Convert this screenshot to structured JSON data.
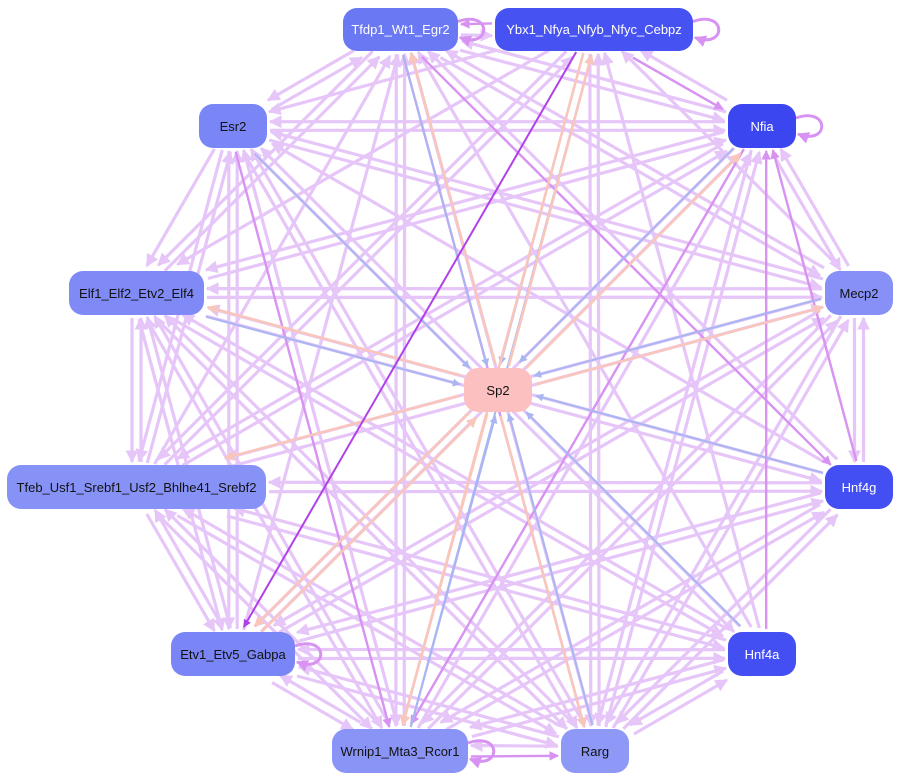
{
  "graph": {
    "nodes": [
      {
        "id": "tfdp1",
        "label": "Tfdp1_Wt1_Egr2",
        "color": "#6b78f4",
        "text": "dark"
      },
      {
        "id": "ybx1",
        "label": "Ybx1_Nfya_Nfyb_Nfyc_Cebpz",
        "color": "#4652f2",
        "text": "dark"
      },
      {
        "id": "esr2",
        "label": "Esr2",
        "color": "#7b86f6",
        "text": "light"
      },
      {
        "id": "nfia",
        "label": "Nfia",
        "color": "#3b46f0",
        "text": "dark"
      },
      {
        "id": "elf1",
        "label": "Elf1_Elf2_Etv2_Elf4",
        "color": "#7f8af6",
        "text": "light"
      },
      {
        "id": "mecp2",
        "label": "Mecp2",
        "color": "#8690f7",
        "text": "light"
      },
      {
        "id": "sp2",
        "label": "Sp2",
        "color": "#fcc0c0",
        "text": "light"
      },
      {
        "id": "tfeb",
        "label": "Tfeb_Usf1_Srebf1_Usf2_Bhlhe41_Srebf2",
        "color": "#8792f7",
        "text": "light"
      },
      {
        "id": "hnf4g",
        "label": "Hnf4g",
        "color": "#434ff2",
        "text": "dark"
      },
      {
        "id": "etv1",
        "label": "Etv1_Etv5_Gabpa",
        "color": "#7a85f6",
        "text": "light"
      },
      {
        "id": "hnf4a",
        "label": "Hnf4a",
        "color": "#434ff2",
        "text": "dark"
      },
      {
        "id": "wrnip1",
        "label": "Wrnip1_Mta3_Rcor1",
        "color": "#8a94f7",
        "text": "light"
      },
      {
        "id": "rarg",
        "label": "Rarg",
        "color": "#8e98f7",
        "text": "light"
      }
    ],
    "edge_colors": {
      "light_violet": "#e6c6f8",
      "violet": "#d892f2",
      "purple": "#b040e8",
      "blue": "#aab6f2",
      "salmon": "#f9c6bc"
    },
    "edges": [
      [
        "tfdp1",
        "esr2",
        "light_violet"
      ],
      [
        "tfdp1",
        "nfia",
        "light_violet"
      ],
      [
        "tfdp1",
        "elf1",
        "light_violet"
      ],
      [
        "tfdp1",
        "mecp2",
        "light_violet"
      ],
      [
        "tfdp1",
        "sp2",
        "blue"
      ],
      [
        "tfdp1",
        "hnf4g",
        "violet"
      ],
      [
        "tfdp1",
        "wrnip1",
        "light_violet"
      ],
      [
        "tfdp1",
        "rarg",
        "violet"
      ],
      [
        "tfdp1",
        "ybx1",
        "light_violet"
      ],
      [
        "ybx1",
        "tfdp1",
        "violet"
      ],
      [
        "ybx1",
        "nfia",
        "violet"
      ],
      [
        "ybx1",
        "esr2",
        "light_violet"
      ],
      [
        "ybx1",
        "elf1",
        "light_violet"
      ],
      [
        "ybx1",
        "sp2",
        "blue"
      ],
      [
        "ybx1",
        "etv1",
        "purple"
      ],
      [
        "ybx1",
        "wrnip1",
        "salmon"
      ],
      [
        "ybx1",
        "rarg",
        "light_violet"
      ],
      [
        "ybx1",
        "tfeb",
        "light_violet"
      ],
      [
        "esr2",
        "nfia",
        "light_violet"
      ],
      [
        "esr2",
        "elf1",
        "light_violet"
      ],
      [
        "esr2",
        "sp2",
        "blue"
      ],
      [
        "esr2",
        "tfeb",
        "light_violet"
      ],
      [
        "esr2",
        "etv1",
        "light_violet"
      ],
      [
        "esr2",
        "wrnip1",
        "violet"
      ],
      [
        "esr2",
        "rarg",
        "light_violet"
      ],
      [
        "esr2",
        "hnf4a",
        "light_violet"
      ],
      [
        "esr2",
        "mecp2",
        "light_violet"
      ],
      [
        "esr2",
        "tfdp1",
        "light_violet"
      ],
      [
        "nfia",
        "tfdp1",
        "light_violet"
      ],
      [
        "nfia",
        "ybx1",
        "light_violet"
      ],
      [
        "nfia",
        "esr2",
        "light_violet"
      ],
      [
        "nfia",
        "elf1",
        "light_violet"
      ],
      [
        "nfia",
        "sp2",
        "blue"
      ],
      [
        "nfia",
        "tfeb",
        "light_violet"
      ],
      [
        "nfia",
        "etv1",
        "light_violet"
      ],
      [
        "nfia",
        "wrnip1",
        "violet"
      ],
      [
        "nfia",
        "rarg",
        "light_violet"
      ],
      [
        "nfia",
        "mecp2",
        "light_violet"
      ],
      [
        "elf1",
        "tfdp1",
        "light_violet"
      ],
      [
        "elf1",
        "sp2",
        "blue"
      ],
      [
        "elf1",
        "tfeb",
        "light_violet"
      ],
      [
        "elf1",
        "etv1",
        "light_violet"
      ],
      [
        "elf1",
        "wrnip1",
        "light_violet"
      ],
      [
        "elf1",
        "rarg",
        "light_violet"
      ],
      [
        "elf1",
        "hnf4g",
        "light_violet"
      ],
      [
        "elf1",
        "hnf4a",
        "light_violet"
      ],
      [
        "elf1",
        "mecp2",
        "light_violet"
      ],
      [
        "elf1",
        "nfia",
        "light_violet"
      ],
      [
        "mecp2",
        "elf1",
        "light_violet"
      ],
      [
        "mecp2",
        "sp2",
        "blue"
      ],
      [
        "mecp2",
        "tfeb",
        "light_violet"
      ],
      [
        "mecp2",
        "etv1",
        "light_violet"
      ],
      [
        "mecp2",
        "wrnip1",
        "light_violet"
      ],
      [
        "mecp2",
        "rarg",
        "light_violet"
      ],
      [
        "mecp2",
        "hnf4g",
        "light_violet"
      ],
      [
        "mecp2",
        "esr2",
        "light_violet"
      ],
      [
        "mecp2",
        "nfia",
        "light_violet"
      ],
      [
        "mecp2",
        "tfdp1",
        "light_violet"
      ],
      [
        "mecp2",
        "ybx1",
        "light_violet"
      ],
      [
        "sp2",
        "elf1",
        "salmon"
      ],
      [
        "sp2",
        "tfeb",
        "salmon"
      ],
      [
        "sp2",
        "etv1",
        "salmon"
      ],
      [
        "sp2",
        "mecp2",
        "salmon"
      ],
      [
        "sp2",
        "nfia",
        "salmon"
      ],
      [
        "sp2",
        "tfdp1",
        "salmon"
      ],
      [
        "sp2",
        "ybx1",
        "salmon"
      ],
      [
        "sp2",
        "rarg",
        "salmon"
      ],
      [
        "sp2",
        "wrnip1",
        "salmon"
      ],
      [
        "tfeb",
        "elf1",
        "light_violet"
      ],
      [
        "tfeb",
        "tfdp1",
        "light_violet"
      ],
      [
        "tfeb",
        "esr2",
        "light_violet"
      ],
      [
        "tfeb",
        "nfia",
        "light_violet"
      ],
      [
        "tfeb",
        "etv1",
        "light_violet"
      ],
      [
        "tfeb",
        "wrnip1",
        "light_violet"
      ],
      [
        "tfeb",
        "rarg",
        "light_violet"
      ],
      [
        "tfeb",
        "hnf4g",
        "light_violet"
      ],
      [
        "tfeb",
        "hnf4a",
        "light_violet"
      ],
      [
        "tfeb",
        "mecp2",
        "light_violet"
      ],
      [
        "tfeb",
        "ybx1",
        "light_violet"
      ],
      [
        "hnf4g",
        "sp2",
        "blue"
      ],
      [
        "hnf4g",
        "tfeb",
        "light_violet"
      ],
      [
        "hnf4g",
        "mecp2",
        "light_violet"
      ],
      [
        "hnf4g",
        "nfia",
        "violet"
      ],
      [
        "hnf4g",
        "etv1",
        "light_violet"
      ],
      [
        "hnf4g",
        "wrnip1",
        "light_violet"
      ],
      [
        "hnf4g",
        "rarg",
        "light_violet"
      ],
      [
        "hnf4g",
        "elf1",
        "light_violet"
      ],
      [
        "hnf4g",
        "tfdp1",
        "light_violet"
      ],
      [
        "hnf4g",
        "esr2",
        "light_violet"
      ],
      [
        "etv1",
        "elf1",
        "light_violet"
      ],
      [
        "etv1",
        "tfeb",
        "light_violet"
      ],
      [
        "etv1",
        "wrnip1",
        "light_violet"
      ],
      [
        "etv1",
        "rarg",
        "light_violet"
      ],
      [
        "etv1",
        "nfia",
        "light_violet"
      ],
      [
        "etv1",
        "hnf4a",
        "light_violet"
      ],
      [
        "etv1",
        "mecp2",
        "light_violet"
      ],
      [
        "etv1",
        "tfdp1",
        "light_violet"
      ],
      [
        "etv1",
        "esr2",
        "light_violet"
      ],
      [
        "etv1",
        "hnf4g",
        "light_violet"
      ],
      [
        "etv1",
        "sp2",
        "salmon"
      ],
      [
        "hnf4a",
        "sp2",
        "blue"
      ],
      [
        "hnf4a",
        "nfia",
        "violet"
      ],
      [
        "hnf4a",
        "rarg",
        "light_violet"
      ],
      [
        "hnf4a",
        "wrnip1",
        "light_violet"
      ],
      [
        "hnf4a",
        "etv1",
        "light_violet"
      ],
      [
        "hnf4a",
        "tfeb",
        "light_violet"
      ],
      [
        "hnf4a",
        "elf1",
        "light_violet"
      ],
      [
        "hnf4a",
        "tfdp1",
        "light_violet"
      ],
      [
        "hnf4a",
        "esr2",
        "light_violet"
      ],
      [
        "hnf4a",
        "ybx1",
        "light_violet"
      ],
      [
        "wrnip1",
        "rarg",
        "violet"
      ],
      [
        "wrnip1",
        "tfdp1",
        "light_violet"
      ],
      [
        "wrnip1",
        "ybx1",
        "blue"
      ],
      [
        "wrnip1",
        "sp2",
        "blue"
      ],
      [
        "wrnip1",
        "esr2",
        "light_violet"
      ],
      [
        "wrnip1",
        "nfia",
        "light_violet"
      ],
      [
        "wrnip1",
        "elf1",
        "light_violet"
      ],
      [
        "wrnip1",
        "tfeb",
        "light_violet"
      ],
      [
        "wrnip1",
        "etv1",
        "light_violet"
      ],
      [
        "wrnip1",
        "hnf4g",
        "light_violet"
      ],
      [
        "wrnip1",
        "mecp2",
        "light_violet"
      ],
      [
        "wrnip1",
        "hnf4a",
        "light_violet"
      ],
      [
        "rarg",
        "wrnip1",
        "light_violet"
      ],
      [
        "rarg",
        "tfdp1",
        "light_violet"
      ],
      [
        "rarg",
        "ybx1",
        "light_violet"
      ],
      [
        "rarg",
        "esr2",
        "light_violet"
      ],
      [
        "rarg",
        "nfia",
        "light_violet"
      ],
      [
        "rarg",
        "elf1",
        "light_violet"
      ],
      [
        "rarg",
        "tfeb",
        "light_violet"
      ],
      [
        "rarg",
        "etv1",
        "light_violet"
      ],
      [
        "rarg",
        "hnf4g",
        "light_violet"
      ],
      [
        "rarg",
        "mecp2",
        "light_violet"
      ],
      [
        "rarg",
        "hnf4a",
        "light_violet"
      ],
      [
        "rarg",
        "sp2",
        "blue"
      ]
    ],
    "self_loops": [
      "tfdp1",
      "ybx1",
      "nfia",
      "etv1",
      "wrnip1"
    ]
  }
}
